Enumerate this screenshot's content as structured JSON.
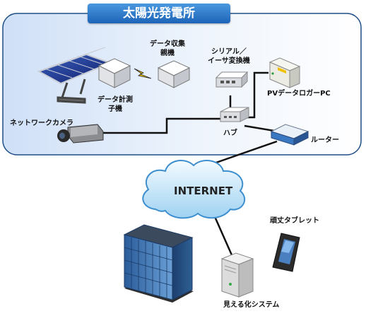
{
  "title": "太陽光発電所",
  "devices": {
    "logger_master": "データ収集\n親機",
    "serial_converter": "シリアル／\nイーサ変換機",
    "meter_slave": "データ計測\n子機",
    "pv_logger_pc": "PVデータロガーPC",
    "network_camera": "ネットワークカメラ",
    "hub": "ハブ",
    "router": "ルーター"
  },
  "internet": "INTERNET",
  "tablet": "頑丈タブレット",
  "visualization_system": "見える化システム"
}
